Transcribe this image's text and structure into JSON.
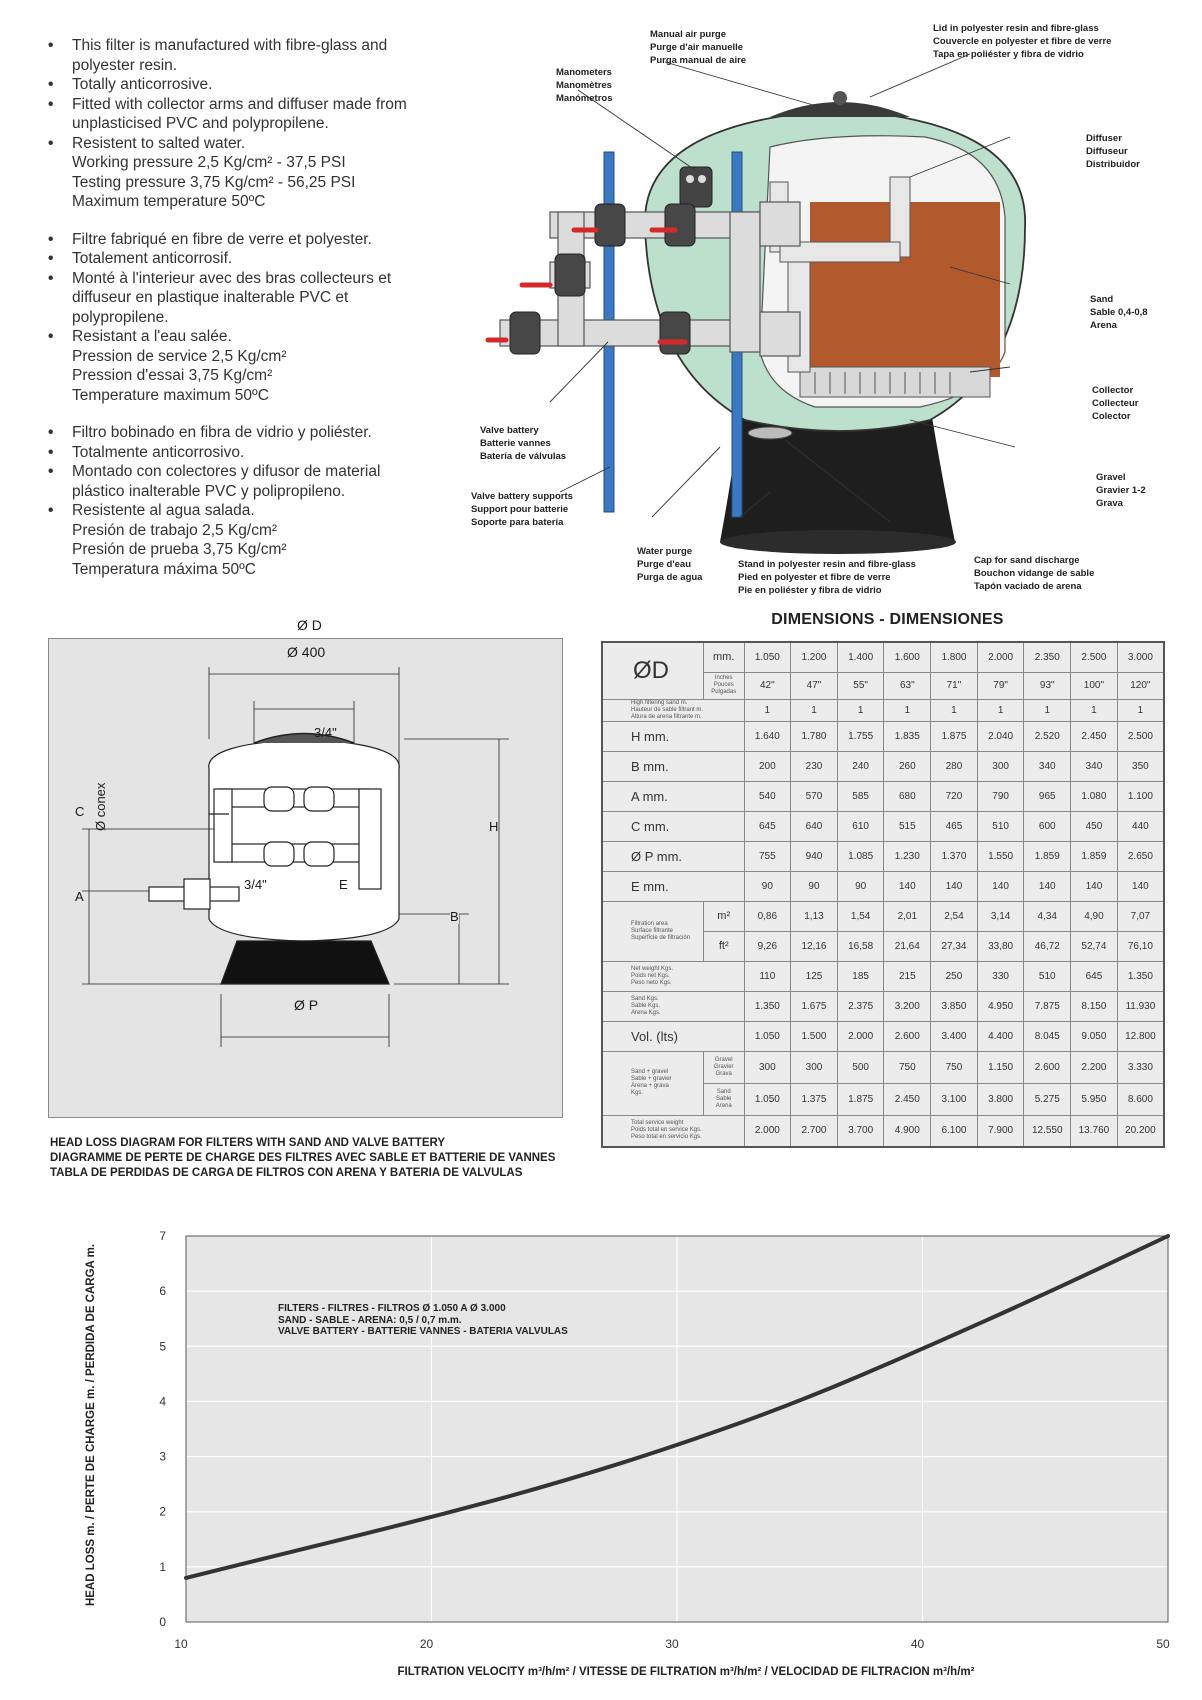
{
  "bullets": [
    [
      {
        "text": "This filter is manufactured with fibre-glass and polyester resin."
      },
      {
        "text": "Totally anticorrosive."
      },
      {
        "text": "Fitted with collector arms and diffuser made from unplasticised PVC and polypropilene."
      },
      {
        "text": "Resistent to salted water.",
        "sub": [
          "Working pressure 2,5 Kg/cm² - 37,5 PSI",
          "Testing pressure 3,75 Kg/cm² - 56,25 PSI",
          "Maximum temperature 50ºC"
        ]
      }
    ],
    [
      {
        "text": "Filtre fabriqué en fibre de verre et polyester."
      },
      {
        "text": "Totalement anticorrosif."
      },
      {
        "text": "Monté à l'interieur avec des bras collecteurs et diffuseur en plastique inalterable PVC et polypropilene."
      },
      {
        "text": "Resistant a l'eau salée.",
        "sub": [
          "Pression de service 2,5 Kg/cm²",
          "Pression d'essai 3,75 Kg/cm²",
          "Temperature maximum 50ºC"
        ]
      }
    ],
    [
      {
        "text": "Filtro bobinado en fibra de vidrio y poliéster."
      },
      {
        "text": "Totalmente anticorrosivo."
      },
      {
        "text": "Montado con colectores y difusor de material plástico inalterable PVC y polipropileno."
      },
      {
        "text": "Resistente al agua salada.",
        "sub": [
          "Presión de trabajo 2,5 Kg/cm²",
          "Presión de prueba 3,75 Kg/cm²",
          "Temperatura máxima 50ºC"
        ]
      }
    ]
  ],
  "callouts": {
    "manual_air_purge": [
      "Manual air purge",
      "Purge d'air manuelle",
      "Purga manual de aire"
    ],
    "lid": [
      "Lid in polyester resin and fibre-glass",
      "Couvercle en polyester et fibre de verre",
      "Tapa en poliéster y fibra de vidrio"
    ],
    "manometers": [
      "Manometers",
      "Manomètres",
      "Manómetros"
    ],
    "diffuser": [
      "Diffuser",
      "Diffuseur",
      "Distribuidor"
    ],
    "sand": [
      "Sand",
      "Sable 0,4-0,8",
      "Arena"
    ],
    "collector": [
      "Collector",
      "Collecteur",
      "Colector"
    ],
    "valve_battery": [
      "Valve battery",
      "Batterie vannes",
      "Batería de válvulas"
    ],
    "gravel": [
      "Gravel",
      "Gravier 1-2",
      "Grava"
    ],
    "valve_battery_supports": [
      "Valve battery supports",
      "Support pour batterie",
      "Soporte para batería"
    ],
    "water_purge": [
      "Water purge",
      "Purge d'eau",
      "Purga de agua"
    ],
    "stand": [
      "Stand in polyester resin and fibre-glass",
      "Pied en polyester et fibre de verre",
      "Pie en poliéster y fibra de vidrio"
    ],
    "cap": [
      "Cap for sand discharge",
      "Bouchon vidange de sable",
      "Tapón vaciado de arena"
    ]
  },
  "drawing": {
    "od": "Ø D",
    "o400": "Ø 400",
    "threequarter_top": "3/4\"",
    "threequarter_bottom": "3/4\"",
    "e": "E",
    "c": "C",
    "a": "A",
    "h": "H",
    "b": "B",
    "conex": "Ø conex",
    "op": "Ø P"
  },
  "headloss_titles": [
    "HEAD LOSS DIAGRAM FOR FILTERS WITH SAND AND VALVE BATTERY",
    "DIAGRAMME DE PERTE DE CHARGE DES FILTRES AVEC SABLE ET BATTERIE DE VANNES",
    "TABLA DE PERDIDAS DE CARGA DE FILTROS CON ARENA Y BATERIA DE VALVULAS"
  ],
  "dimensions": {
    "title": "DIMENSIONS - DIMENSIONES",
    "od_symbol": "ØD",
    "mm": "mm.",
    "inch_unit": [
      "Inches",
      "Pouces",
      "Pulgadas"
    ],
    "diameters_mm": [
      "1.050",
      "1.200",
      "1.400",
      "1.600",
      "1.800",
      "2.000",
      "2.350",
      "2.500",
      "3.000"
    ],
    "diameters_in": [
      "42\"",
      "47\"",
      "55\"",
      "63\"",
      "71\"",
      "79\"",
      "93\"",
      "100\"",
      "120\""
    ],
    "rows": [
      {
        "label": [
          "High filtering sand m.",
          "Hauteur de sable filtrant m.",
          "Altura de arena filtrante m."
        ],
        "small": true,
        "values": [
          "1",
          "1",
          "1",
          "1",
          "1",
          "1",
          "1",
          "1",
          "1"
        ]
      },
      {
        "label": [
          "H mm."
        ],
        "values": [
          "1.640",
          "1.780",
          "1.755",
          "1.835",
          "1.875",
          "2.040",
          "2.520",
          "2.450",
          "2.500"
        ]
      },
      {
        "label": [
          "B mm."
        ],
        "values": [
          "200",
          "230",
          "240",
          "260",
          "280",
          "300",
          "340",
          "340",
          "350"
        ]
      },
      {
        "label": [
          "A mm."
        ],
        "values": [
          "540",
          "570",
          "585",
          "680",
          "720",
          "790",
          "965",
          "1.080",
          "1.100"
        ]
      },
      {
        "label": [
          "C mm."
        ],
        "values": [
          "645",
          "640",
          "610",
          "515",
          "465",
          "510",
          "600",
          "450",
          "440"
        ]
      },
      {
        "label": [
          "Ø P mm."
        ],
        "values": [
          "755",
          "940",
          "1.085",
          "1.230",
          "1.370",
          "1.550",
          "1.859",
          "1.859",
          "2.650"
        ]
      },
      {
        "label": [
          "E mm."
        ],
        "values": [
          "90",
          "90",
          "90",
          "140",
          "140",
          "140",
          "140",
          "140",
          "140"
        ]
      }
    ],
    "filtration": {
      "label": [
        "Filtration area",
        "Surface filtrante",
        "Superficie de filtración"
      ],
      "m2": {
        "unit": "m²",
        "values": [
          "0,86",
          "1,13",
          "1,54",
          "2,01",
          "2,54",
          "3,14",
          "4,34",
          "4,90",
          "7,07"
        ]
      },
      "ft2": {
        "unit": "ft²",
        "values": [
          "9,26",
          "12,16",
          "16,58",
          "21,64",
          "27,34",
          "33,80",
          "46,72",
          "52,74",
          "76,10"
        ]
      }
    },
    "rows2": [
      {
        "label": [
          "Net weight Kgs.",
          "Poids net Kgs.",
          "Peso neto Kgs."
        ],
        "small": true,
        "values": [
          "110",
          "125",
          "185",
          "215",
          "250",
          "330",
          "510",
          "645",
          "1.350"
        ]
      },
      {
        "label": [
          "Sand Kgs.",
          "Sable Kgs.",
          "Arena Kgs."
        ],
        "small": true,
        "values": [
          "1.350",
          "1.675",
          "2.375",
          "3.200",
          "3.850",
          "4.950",
          "7.875",
          "8.150",
          "11.930"
        ]
      },
      {
        "label": [
          "Vol. (lts)"
        ],
        "values": [
          "1.050",
          "1.500",
          "2.000",
          "2.600",
          "3.400",
          "4.400",
          "8.045",
          "9.050",
          "12.800"
        ]
      }
    ],
    "sandgravel": {
      "label": [
        "Sand + gravel",
        "Sable + gravier",
        "Arena + grava",
        "Kgs."
      ],
      "gravel": {
        "unit": [
          "Gravel",
          "Gravier",
          "Grava"
        ],
        "values": [
          "300",
          "300",
          "500",
          "750",
          "750",
          "1.150",
          "2.600",
          "2.200",
          "3.330"
        ]
      },
      "sand": {
        "unit": [
          "Sand",
          "Sable",
          "Arena"
        ],
        "values": [
          "1.050",
          "1.375",
          "1.875",
          "2.450",
          "3.100",
          "3.800",
          "5.275",
          "5.950",
          "8.600"
        ]
      }
    },
    "total": {
      "label": [
        "Total service weight",
        "Poids total en service Kgs.",
        "Peso total en servicio Kgs."
      ],
      "values": [
        "2.000",
        "2.700",
        "3.700",
        "4.900",
        "6.100",
        "7.900",
        "12.550",
        "13.760",
        "20.200"
      ]
    }
  },
  "chart_data": {
    "type": "line",
    "xlabel": "FILTRATION VELOCITY m³/h/m² / VITESSE DE FILTRATION m³/h/m² / VELOCIDAD DE FILTRACION m³/h/m²",
    "ylabel": "HEAD LOSS m. / PERTE DE CHARGE m. / PERDIDA DE CARGA m.",
    "annotation": [
      "FILTERS - FILTRES - FILTROS Ø 1.050 A Ø 3.000",
      "SAND - SABLE - ARENA: 0,5 / 0,7 m.m.",
      "VALVE BATTERY - BATTERIE VANNES - BATERIA VALVULAS"
    ],
    "xlim": [
      10,
      50
    ],
    "ylim": [
      0,
      7
    ],
    "xticks": [
      10,
      20,
      30,
      40,
      50
    ],
    "yticks": [
      0,
      1,
      2,
      3,
      4,
      5,
      6,
      7
    ],
    "grid": true,
    "x": [
      10,
      15,
      20,
      25,
      30,
      35,
      40,
      45,
      50
    ],
    "y": [
      0.8,
      1.35,
      1.9,
      2.5,
      3.2,
      4.0,
      4.95,
      5.95,
      7.0
    ],
    "line_color": "#333333",
    "background": "#e6e6e6"
  }
}
